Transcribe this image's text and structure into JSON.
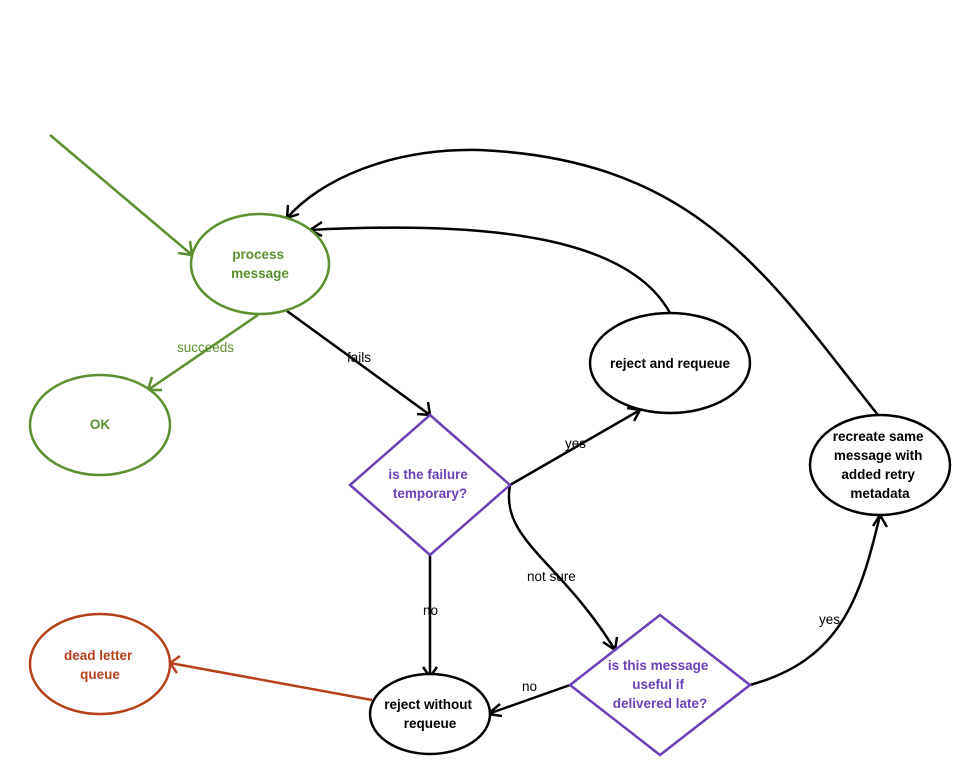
{
  "colors": {
    "green": "#5b8f2f",
    "purple": "#6b3fb5",
    "red": "#b5401c",
    "black": "#000000"
  },
  "nodes": {
    "process": {
      "lines": [
        "process",
        "message"
      ]
    },
    "ok": {
      "lines": [
        "OK"
      ]
    },
    "decision1": {
      "lines": [
        "is the failure",
        "temporary?"
      ]
    },
    "requeue": {
      "lines": [
        "reject and requeue"
      ]
    },
    "recreate": {
      "lines": [
        "recreate same",
        "message with",
        "added retry",
        "metadata"
      ]
    },
    "decision2": {
      "lines": [
        "is this message",
        "useful if",
        "delivered late?"
      ]
    },
    "reject": {
      "lines": [
        "reject without",
        "requeue"
      ]
    },
    "dlq": {
      "lines": [
        "dead letter",
        "queue"
      ]
    }
  },
  "edges": {
    "succeeds": "succeeds",
    "fails": "fails",
    "yes1": "yes",
    "not_sure": "not sure",
    "no1": "no",
    "no2": "no",
    "yes2": "yes"
  }
}
